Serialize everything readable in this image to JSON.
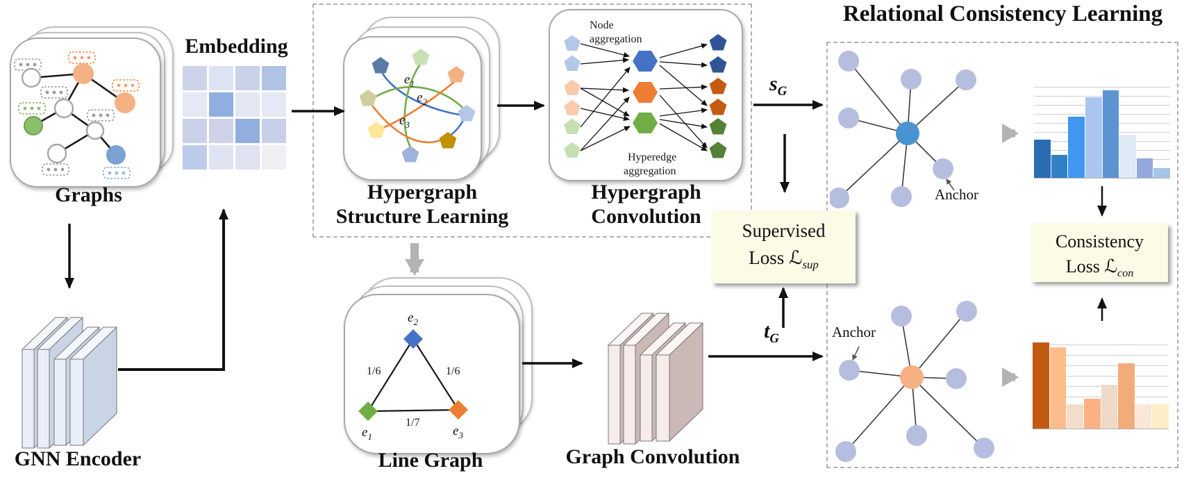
{
  "figure": {
    "title": "Relational Consistency Learning",
    "captions": {
      "graphs": "Graphs",
      "embedding": "Embedding",
      "gnn_encoder": "GNN Encoder",
      "hypergraph_structure_line1": "Hypergraph",
      "hypergraph_structure_line2": "Structure Learning",
      "hypergraph_conv_line1": "Hypergraph",
      "hypergraph_conv_line2": "Convolution",
      "line_graph": "Line Graph",
      "graph_convolution": "Graph Convolution"
    },
    "annotations": {
      "node_agg_line1": "Node",
      "node_agg_line2": "aggregation",
      "hyperedge_agg_line1": "Hyperedge",
      "hyperedge_agg_line2": "aggregation",
      "anchor_top": "Anchor",
      "anchor_bottom": "Anchor"
    },
    "hyperedges": {
      "e1": {
        "base": "e",
        "sub": "1"
      },
      "e2": {
        "base": "e",
        "sub": "2"
      },
      "e3": {
        "base": "e",
        "sub": "3"
      }
    },
    "line_graph_weights": {
      "left": "1/6",
      "right": "1/6",
      "bottom": "1/7"
    },
    "flows": {
      "s": {
        "base": "s",
        "sub": "G"
      },
      "t": {
        "base": "t",
        "sub": "G"
      }
    },
    "losses": {
      "supervised": {
        "line1": "Supervised",
        "line2_prefix": "Loss ",
        "symbol": "ℒ",
        "sub": "sup"
      },
      "consistency": {
        "line1": "Consistency",
        "line2_prefix": "Loss ",
        "symbol": "ℒ",
        "sub": "con"
      }
    },
    "colors": {
      "accent_blue": "#4472c4",
      "accent_orange": "#ed7d31",
      "accent_green": "#70ad47",
      "dark_blue_pentagon": "#2f5597",
      "dark_orange_pentagon": "#c55a11",
      "dark_green_pentagon": "#538135",
      "light_blue_pentagon": "#b4c7e7",
      "light_orange_pentagon": "#f8cbad",
      "light_green_pentagon": "#c6e0b4",
      "loss_box_bg": "#fbfbe6",
      "satellite_node": "#b6bedf",
      "anchor_center_top": "#4893d1",
      "anchor_center_bottom": "#f5b183",
      "graph_node_orange": "#f5b183",
      "graph_node_green": "#8cbe6c",
      "graph_node_blue": "#7ba1d4",
      "dashed_border": "#b0b0b0",
      "gray_arrow": "#b3b3b3"
    }
  },
  "chart_data": [
    {
      "name": "embedding_matrix_heatmap",
      "type": "heatmap",
      "rows": 4,
      "cols": 4,
      "cell_colors": [
        [
          "#cdd4e9",
          "#dce4f3",
          "#cad2e9",
          "#afc4e5"
        ],
        [
          "#e6e9f5",
          "#90aee0",
          "#e3e7f4",
          "#e5e9f5"
        ],
        [
          "#cad1e8",
          "#ced3e9",
          "#92aede",
          "#c7d0e8"
        ],
        [
          "#bccbe9",
          "#e0e4f2",
          "#dfe3f1",
          "#f0f0f4"
        ]
      ]
    },
    {
      "name": "anchor_relation_histogram_sG",
      "type": "bar",
      "values": [
        0.4,
        0.24,
        0.64,
        0.84,
        0.91,
        0.45,
        0.2,
        0.1
      ],
      "colors": [
        "#2c6cb3",
        "#2f80c4",
        "#3f97f0",
        "#aac6f0",
        "#5e93d3",
        "#dfe9f6",
        "#93a9db",
        "#a3c6e8"
      ],
      "ylim": [
        0,
        1
      ],
      "grid": true,
      "grid_spacing_px": 13
    },
    {
      "name": "anchor_relation_histogram_tG",
      "type": "bar",
      "values": [
        0.92,
        0.87,
        0.26,
        0.32,
        0.47,
        0.7,
        0.26,
        0.26
      ],
      "colors": [
        "#c05a11",
        "#fcbd8a",
        "#f3ddca",
        "#fbb183",
        "#eedac7",
        "#f3ac79",
        "#f9e7da",
        "#fdeec8"
      ],
      "ylim": [
        0,
        1
      ],
      "grid": true,
      "grid_spacing_px": 15
    }
  ]
}
